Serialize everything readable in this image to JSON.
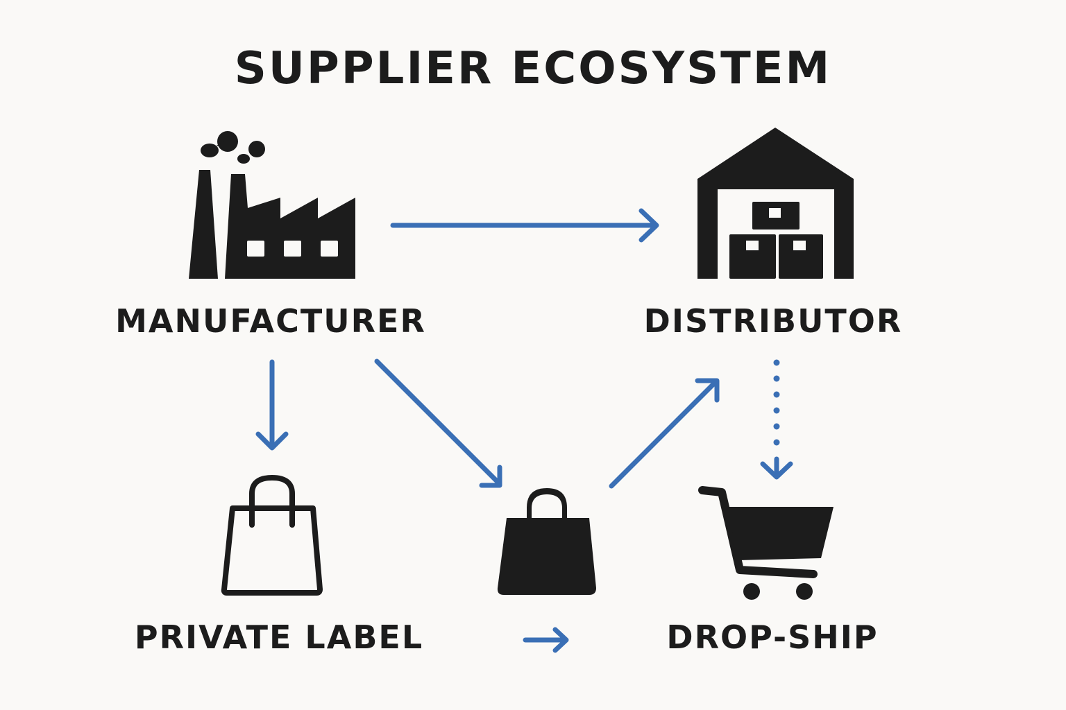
{
  "title": "SUPPLIER ECOSYSTEM",
  "nodes": {
    "manufacturer": {
      "label": "MANUFACTURER",
      "icon": "factory-icon"
    },
    "distributor": {
      "label": "DISTRIBUTOR",
      "icon": "warehouse-icon"
    },
    "private_label": {
      "label": "PRIVATE LABEL",
      "icon": "shopping-bag-outline-icon"
    },
    "retailer": {
      "label": "",
      "icon": "shopping-bag-filled-icon"
    },
    "drop_ship": {
      "label": "DROP-SHIP",
      "icon": "shopping-cart-icon"
    }
  },
  "edges": [
    {
      "from": "manufacturer",
      "to": "distributor",
      "style": "solid"
    },
    {
      "from": "manufacturer",
      "to": "private_label",
      "style": "solid"
    },
    {
      "from": "manufacturer",
      "to": "retailer",
      "style": "solid"
    },
    {
      "from": "retailer",
      "to": "distributor",
      "style": "solid"
    },
    {
      "from": "distributor",
      "to": "drop_ship",
      "style": "dotted"
    },
    {
      "from": "retailer",
      "to": "drop_ship",
      "style": "solid"
    }
  ],
  "colors": {
    "arrow": "#3a6fb5",
    "icon": "#1c1c1c",
    "background": "#faf9f7"
  }
}
